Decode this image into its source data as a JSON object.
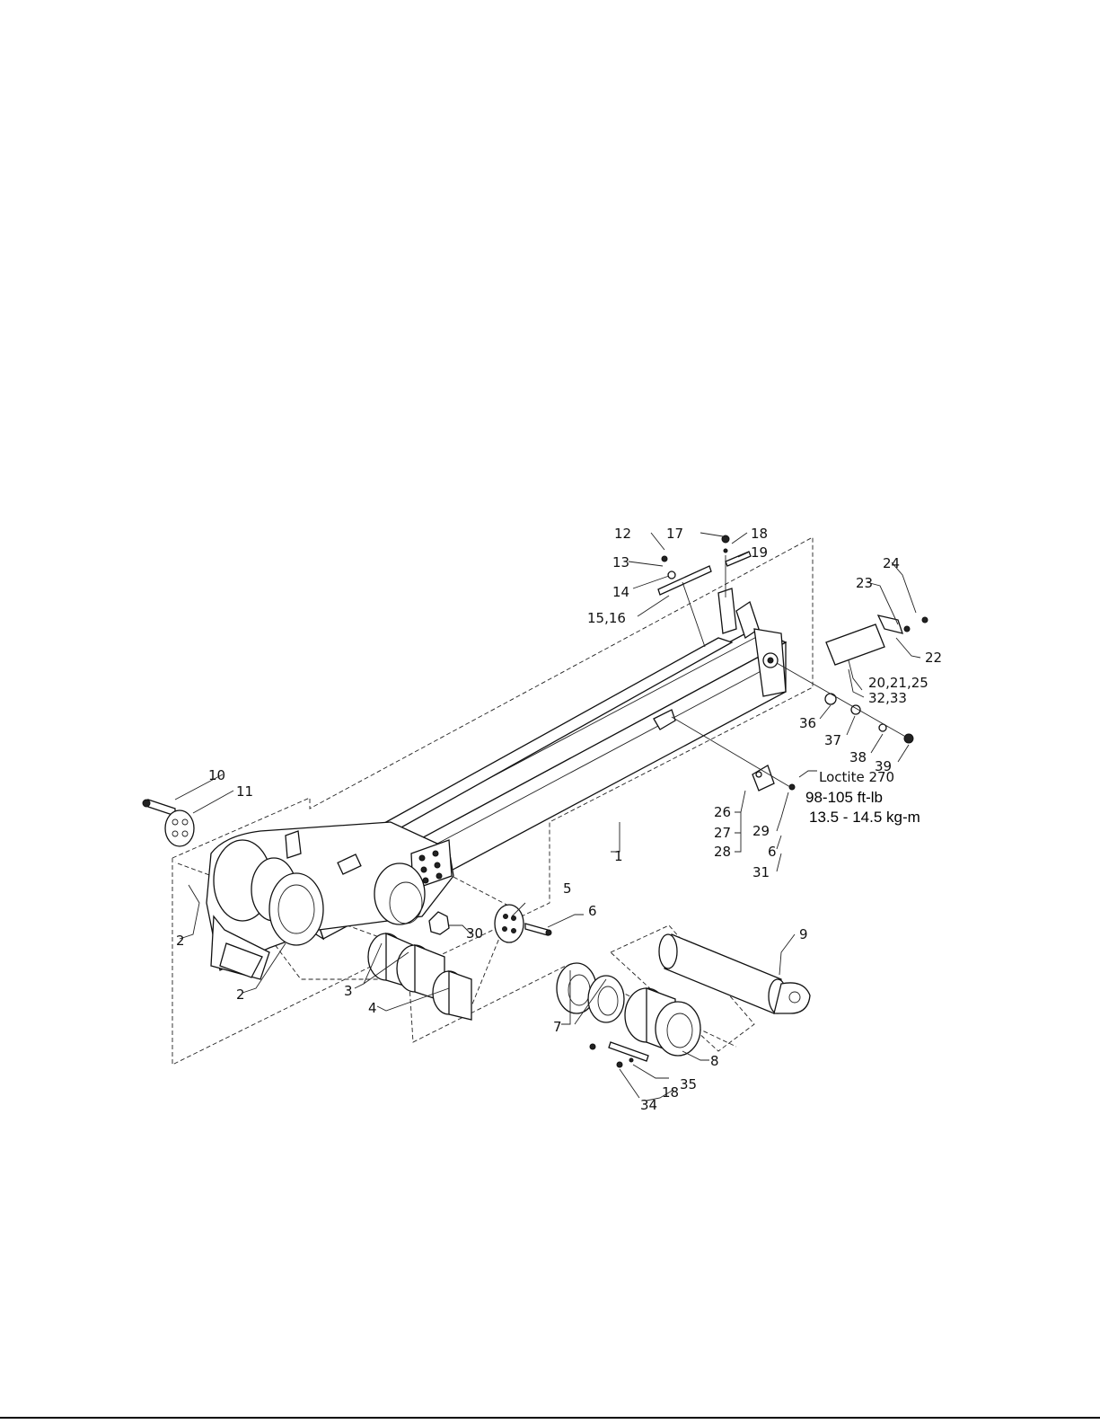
{
  "diagram": {
    "callouts": {
      "c1": "1",
      "c2a": "2",
      "c2b": "2",
      "c3": "3",
      "c4": "4",
      "c5": "5",
      "c6a": "6",
      "c6b": "6",
      "c7": "7",
      "c8": "8",
      "c9": "9",
      "c10": "10",
      "c11": "11",
      "c12": "12",
      "c13": "13",
      "c14": "14",
      "c15": "15,16",
      "c17": "17",
      "c18a": "18",
      "c18b": "18",
      "c19": "19",
      "c20": "20,21,25",
      "c22": "22",
      "c23": "23",
      "c24": "24",
      "c26": "26",
      "c27": "27",
      "c28": "28",
      "c29": "29",
      "c30": "30",
      "c31": "31",
      "c32": "32,33",
      "c34": "34",
      "c35": "35",
      "c36": "36",
      "c37": "37",
      "c38": "38",
      "c39": "39"
    },
    "notes": {
      "loctite": "Loctite 270",
      "torque_ftlb": "98-105 ft-lb",
      "torque_kgm": "13.5 - 14.5 kg-m"
    }
  }
}
